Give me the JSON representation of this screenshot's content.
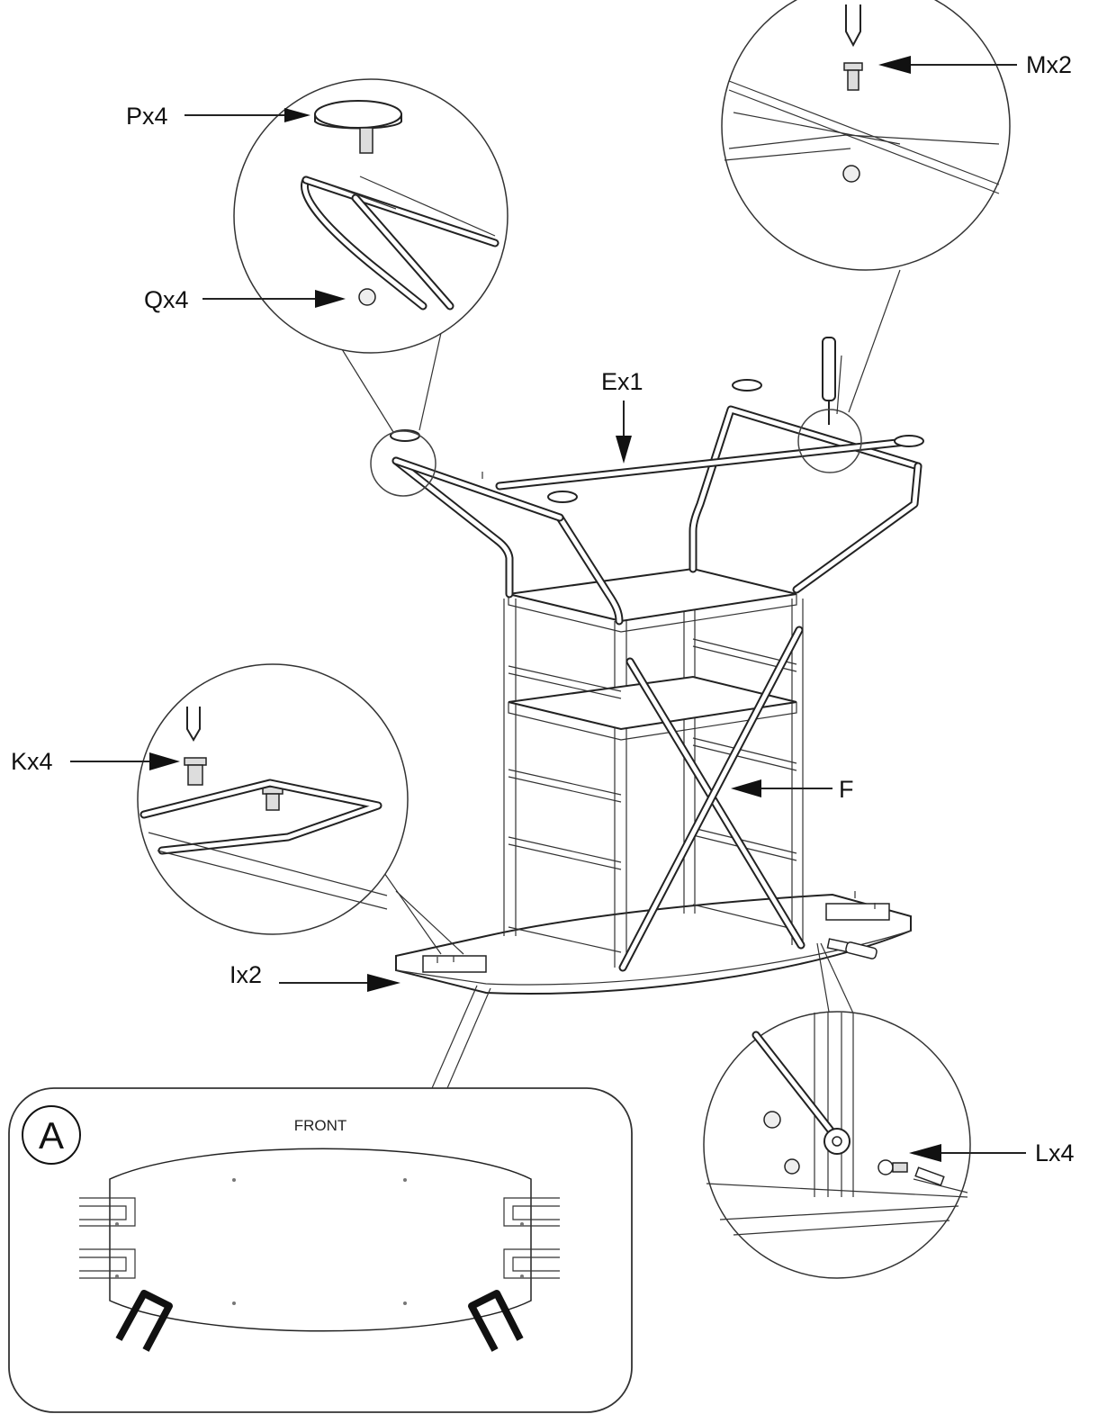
{
  "callouts": {
    "P": "Px4",
    "Q": "Qx4",
    "E": "Ex1",
    "M": "Mx2",
    "K": "Kx4",
    "F": "F",
    "I": "Ix2",
    "L": "Lx4"
  },
  "inset_a": {
    "badge": "A",
    "front_label": "FRONT"
  }
}
